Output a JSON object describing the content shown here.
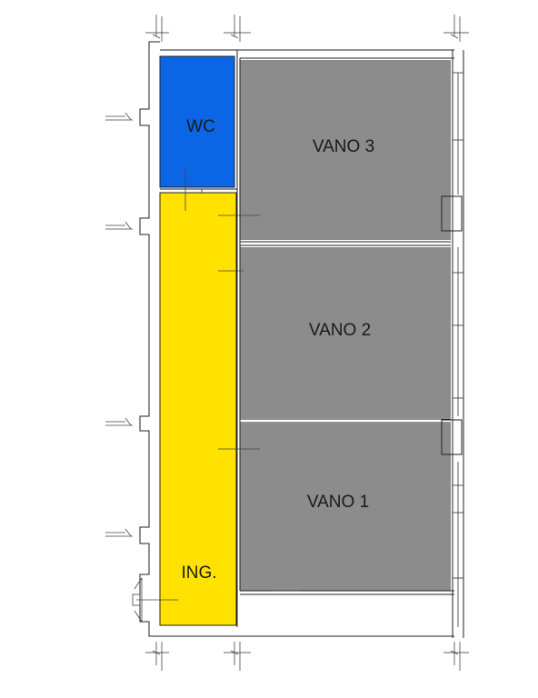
{
  "rooms": {
    "wc": {
      "label": "WC",
      "color": "#0a66e4"
    },
    "ingresso": {
      "label": "ING.",
      "color": "#ffe200"
    },
    "vano3": {
      "label": "VANO 3",
      "color": "#8c8c8c"
    },
    "vano2": {
      "label": "VANO 2",
      "color": "#8c8c8c"
    },
    "vano1": {
      "label": "VANO 1",
      "color": "#8c8c8c"
    }
  }
}
